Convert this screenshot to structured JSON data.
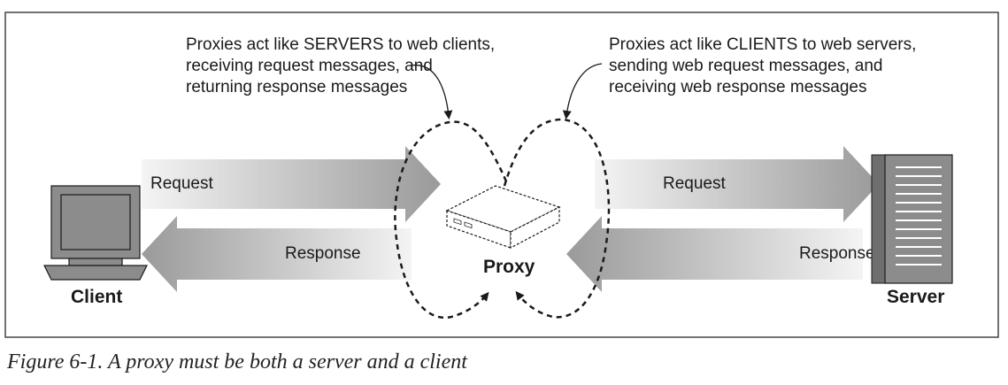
{
  "callouts": {
    "left": {
      "line1": "Proxies act like SERVERS to web clients,",
      "line2": "receiving request messages, and",
      "line3": "returning response messages"
    },
    "right": {
      "line1": "Proxies act like CLIENTS to web servers,",
      "line2": "sending web request messages, and",
      "line3": "receiving web response messages"
    }
  },
  "left_side": {
    "request_label": "Request",
    "response_label": "Response"
  },
  "right_side": {
    "request_label": "Request",
    "response_label": "Response"
  },
  "nodes": {
    "client": "Client",
    "proxy": "Proxy",
    "server": "Server"
  },
  "caption": "Figure 6-1. A proxy must be both a server and a client",
  "icons": [
    "computer-monitor-icon",
    "proxy-box-icon",
    "server-tower-icon"
  ],
  "colors": {
    "arrow_dark": "#9a9a9a",
    "arrow_light": "#f4f4f4",
    "device_gray": "#8c8c8c",
    "frame": "#444444"
  }
}
